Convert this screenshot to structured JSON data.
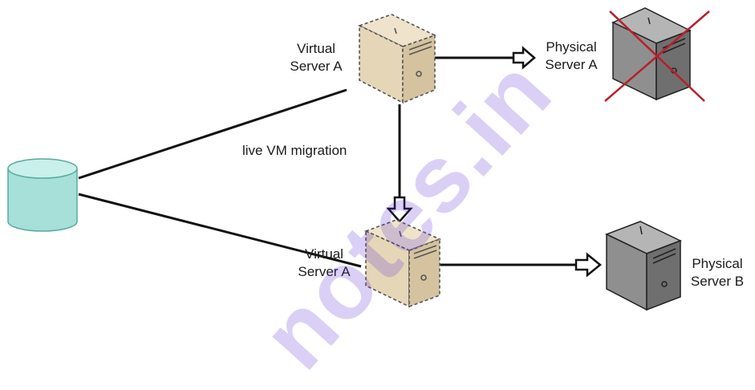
{
  "diagram": {
    "virtual_server_top": {
      "line1": "Virtual",
      "line2": "Server A"
    },
    "virtual_server_bottom": {
      "line1": "Virtual",
      "line2": "Server A"
    },
    "physical_server_a": {
      "line1": "Physical",
      "line2": "Server A",
      "status": "failed"
    },
    "physical_server_b": {
      "line1": "Physical",
      "line2": "Server B"
    },
    "migration_label": "live VM migration",
    "storage": {
      "icon": "database-cylinder-icon"
    },
    "watermark": "notes.in"
  },
  "colors": {
    "virtual_server": "#e6d6b8",
    "physical_server": "#8f8f8f",
    "storage": "#a6e0d8",
    "cross": "#b81f2b",
    "watermark": "#5a30d8",
    "line": "#111111"
  }
}
